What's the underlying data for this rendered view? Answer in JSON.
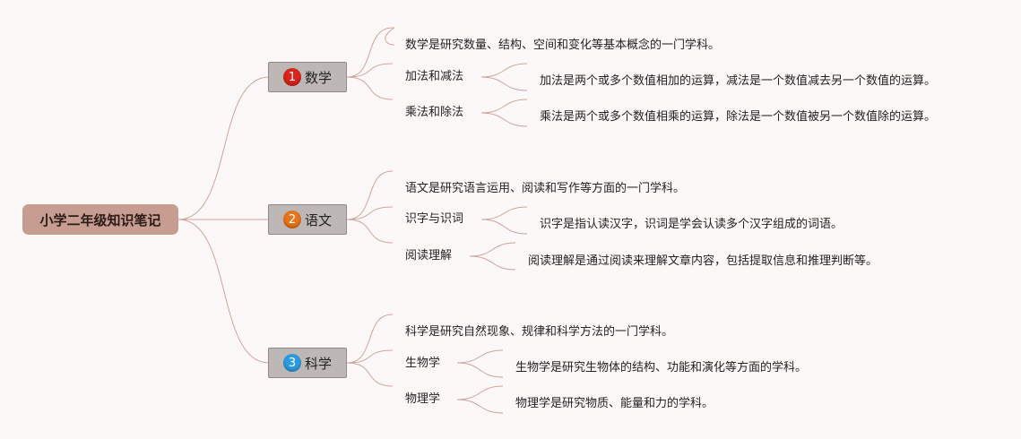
{
  "root": {
    "label": "小学二年级知识笔记"
  },
  "branches": [
    {
      "number": "1",
      "label": "数学",
      "badge_color": "#d9241b",
      "definition": "数学是研究数量、结构、空间和变化等基本概念的一门学科。",
      "topics": [
        {
          "label": "加法和减法",
          "detail": "加法是两个或多个数值相加的运算，减法是一个数值减去另一个数值的运算。"
        },
        {
          "label": "乘法和除法",
          "detail": "乘法是两个或多个数值相乘的运算，除法是一个数值被另一个数值除的运算。"
        }
      ]
    },
    {
      "number": "2",
      "label": "语文",
      "badge_color": "#e8731c",
      "definition": "语文是研究语言运用、阅读和写作等方面的一门学科。",
      "topics": [
        {
          "label": "识字与识词",
          "detail": "识字是指认读汉字，识词是学会认读多个汉字组成的词语。"
        },
        {
          "label": "阅读理解",
          "detail": "阅读理解是通过阅读来理解文章内容，包括提取信息和推理判断等。"
        }
      ]
    },
    {
      "number": "3",
      "label": "科学",
      "badge_color": "#2b9be0",
      "definition": "科学是研究自然现象、规律和科学方法的一门学科。",
      "topics": [
        {
          "label": "生物学",
          "detail": "生物学是研究生物体的结构、功能和演化等方面的学科。"
        },
        {
          "label": "物理学",
          "detail": "物理学是研究物质、能量和力的学科。"
        }
      ]
    }
  ],
  "colors": {
    "connector": "#cba69c",
    "root_fill": "#c79c91",
    "branch_fill": "#bdb7b5"
  }
}
